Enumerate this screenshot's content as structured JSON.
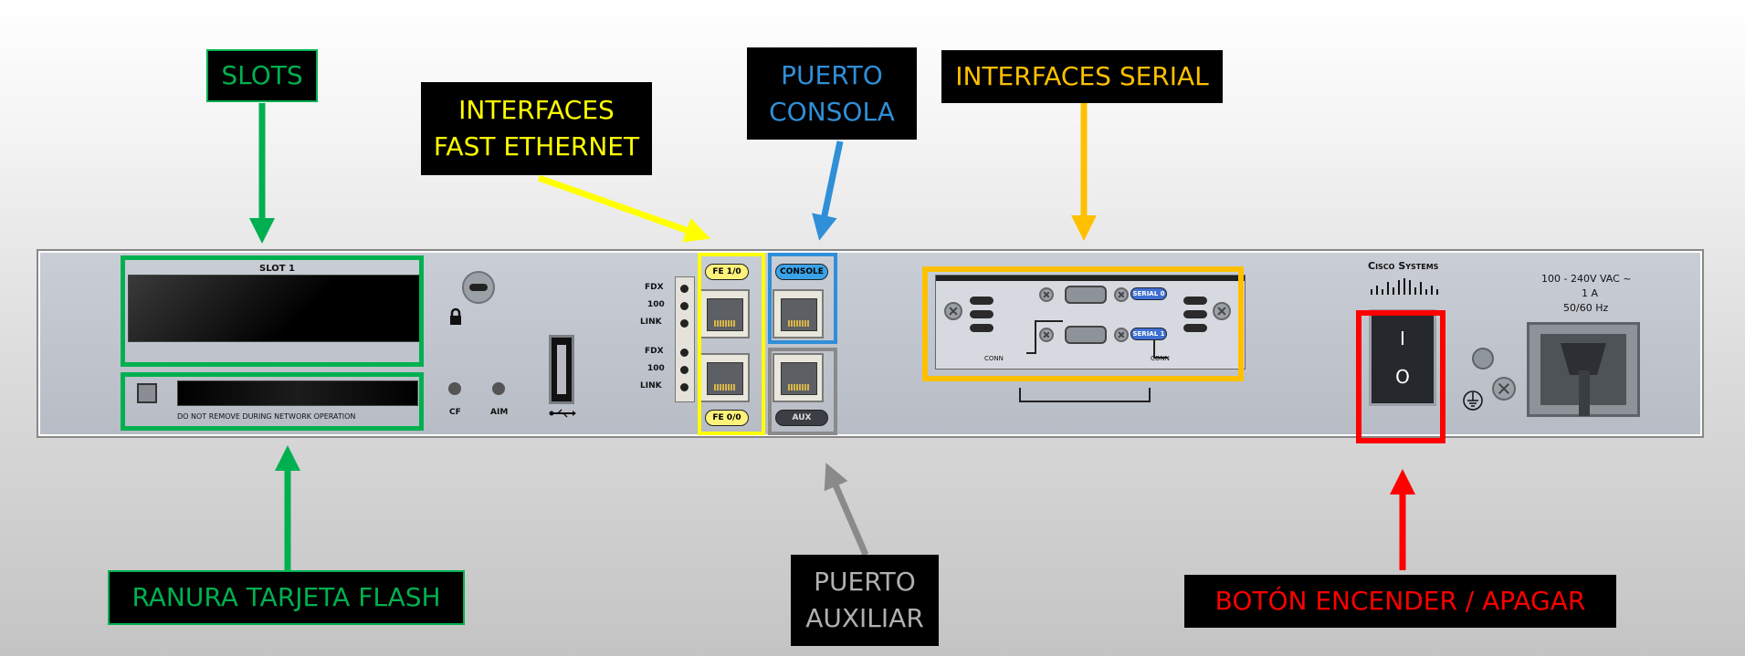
{
  "callouts": {
    "slots": "SLOTS",
    "fast_ethernet": [
      "INTERFACES",
      "FAST ETHERNET"
    ],
    "consola": [
      "PUERTO",
      "CONSOLA"
    ],
    "serial": "INTERFACES SERIAL",
    "flash": "RANURA TARJETA FLASH",
    "auxiliar": [
      "PUERTO",
      "AUXILIAR"
    ],
    "power": "BOTÓN ENCENDER / APAGAR"
  },
  "colors": {
    "slots": "#00b050",
    "fast_ethernet": "#ffff00",
    "consola": "#2f8fd8",
    "serial": "#ffc000",
    "auxiliar": "#8a8a8a",
    "power": "#ff0000"
  },
  "router": {
    "slot_label": "SLOT 1",
    "flash_warning": "DO NOT REMOVE DURING NETWORK OPERATION",
    "cf_label": "CF",
    "aim_label": "AIM",
    "led_labels": [
      "FDX",
      "100",
      "LINK",
      "FDX",
      "100",
      "LINK"
    ],
    "fe_top": "FE 1/0",
    "fe_bottom": "FE 0/0",
    "console": "CONSOLE",
    "aux": "AUX",
    "serial0": "SERIAL 0",
    "serial1": "SERIAL 1",
    "conn0": "CONN",
    "conn1": "CONN",
    "brand": "Cisco Systems",
    "power_rating": [
      "100 - 240V VAC ~",
      "1 A",
      "50/60 Hz"
    ],
    "switch_on": "I",
    "switch_off": "O",
    "usb_icon": "usb-icon",
    "lock_icon": "lock-icon",
    "ground_icon": "ground-icon"
  }
}
